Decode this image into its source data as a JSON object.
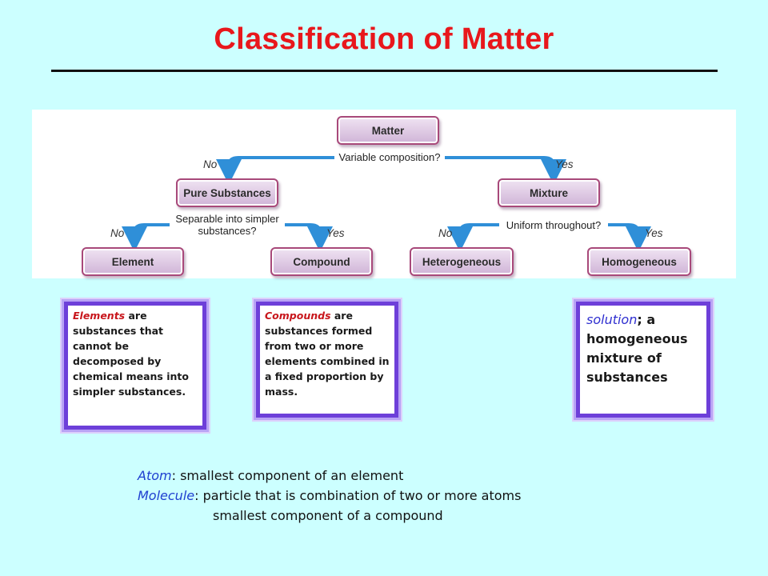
{
  "title": "Classification of Matter",
  "flowchart": {
    "nodes": {
      "matter": "Matter",
      "pure": "Pure Substances",
      "mixture": "Mixture",
      "element": "Element",
      "compound": "Compound",
      "heterogeneous": "Heterogeneous",
      "homogeneous": "Homogeneous"
    },
    "questions": {
      "q1": "Variable composition?",
      "q2_line1": "Separable into simpler",
      "q2_line2": "substances?",
      "q3": "Uniform throughout?"
    },
    "answers": {
      "no1": "No",
      "yes1": "Yes",
      "no2": "No",
      "yes2": "Yes",
      "no3": "No",
      "yes3": "Yes"
    }
  },
  "definitions": {
    "element": {
      "term": "Elements",
      "text": " are substances that cannot be decomposed by chemical means into simpler substances."
    },
    "compound": {
      "term": "Compounds",
      "text": " are substances formed from two or more elements combined in a fixed proportion by mass."
    },
    "solution": {
      "term": "solution",
      "text": "; a homogeneous mixture of substances"
    }
  },
  "notes": {
    "atom_term": "Atom",
    "atom_text": ": smallest component of an element",
    "molecule_term": "Molecule",
    "molecule_text": ": particle that is combination of two or more atoms",
    "molecule_text2": "smallest component of a compound"
  },
  "colors": {
    "title": "#e8171c",
    "background": "#ccffff",
    "arrow": "#2f8fd8",
    "box_border": "#6d3fd9"
  }
}
